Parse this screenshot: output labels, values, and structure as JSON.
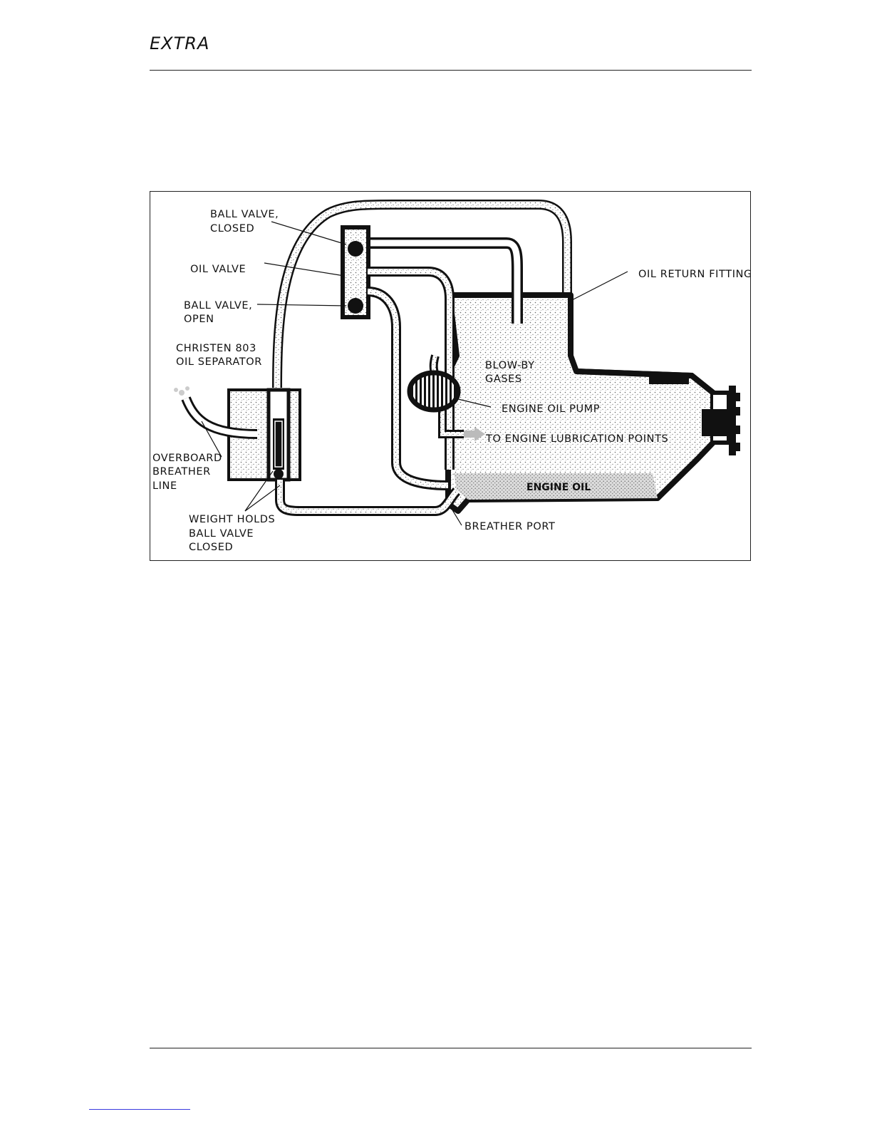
{
  "header": {
    "logo_text": "EXTRA"
  },
  "figure": {
    "labels": {
      "ball_valve_closed_1": "BALL VALVE,",
      "ball_valve_closed_2": "CLOSED",
      "oil_valve": "OIL VALVE",
      "ball_valve_open_1": "BALL VALVE,",
      "ball_valve_open_2": "OPEN",
      "separator_1": "CHRISTEN 803",
      "separator_2": "OIL SEPARATOR",
      "overboard_1": "OVERBOARD",
      "overboard_2": "BREATHER",
      "overboard_3": "LINE",
      "weight_1": "WEIGHT HOLDS",
      "weight_2": "BALL VALVE",
      "weight_3": "CLOSED",
      "oil_return": "OIL RETURN FITTING",
      "blow_by_1": "BLOW-BY",
      "blow_by_2": "GASES",
      "oil_pump": "ENGINE OIL PUMP",
      "lubrication": "TO ENGINE LUBRICATION POINTS",
      "engine_oil": "ENGINE OIL",
      "breather_port": "BREATHER PORT"
    }
  },
  "colors": {
    "ink": "#111111",
    "stipple": "#c8c8c8",
    "engine_oil_fill": "#c4c4c4"
  }
}
